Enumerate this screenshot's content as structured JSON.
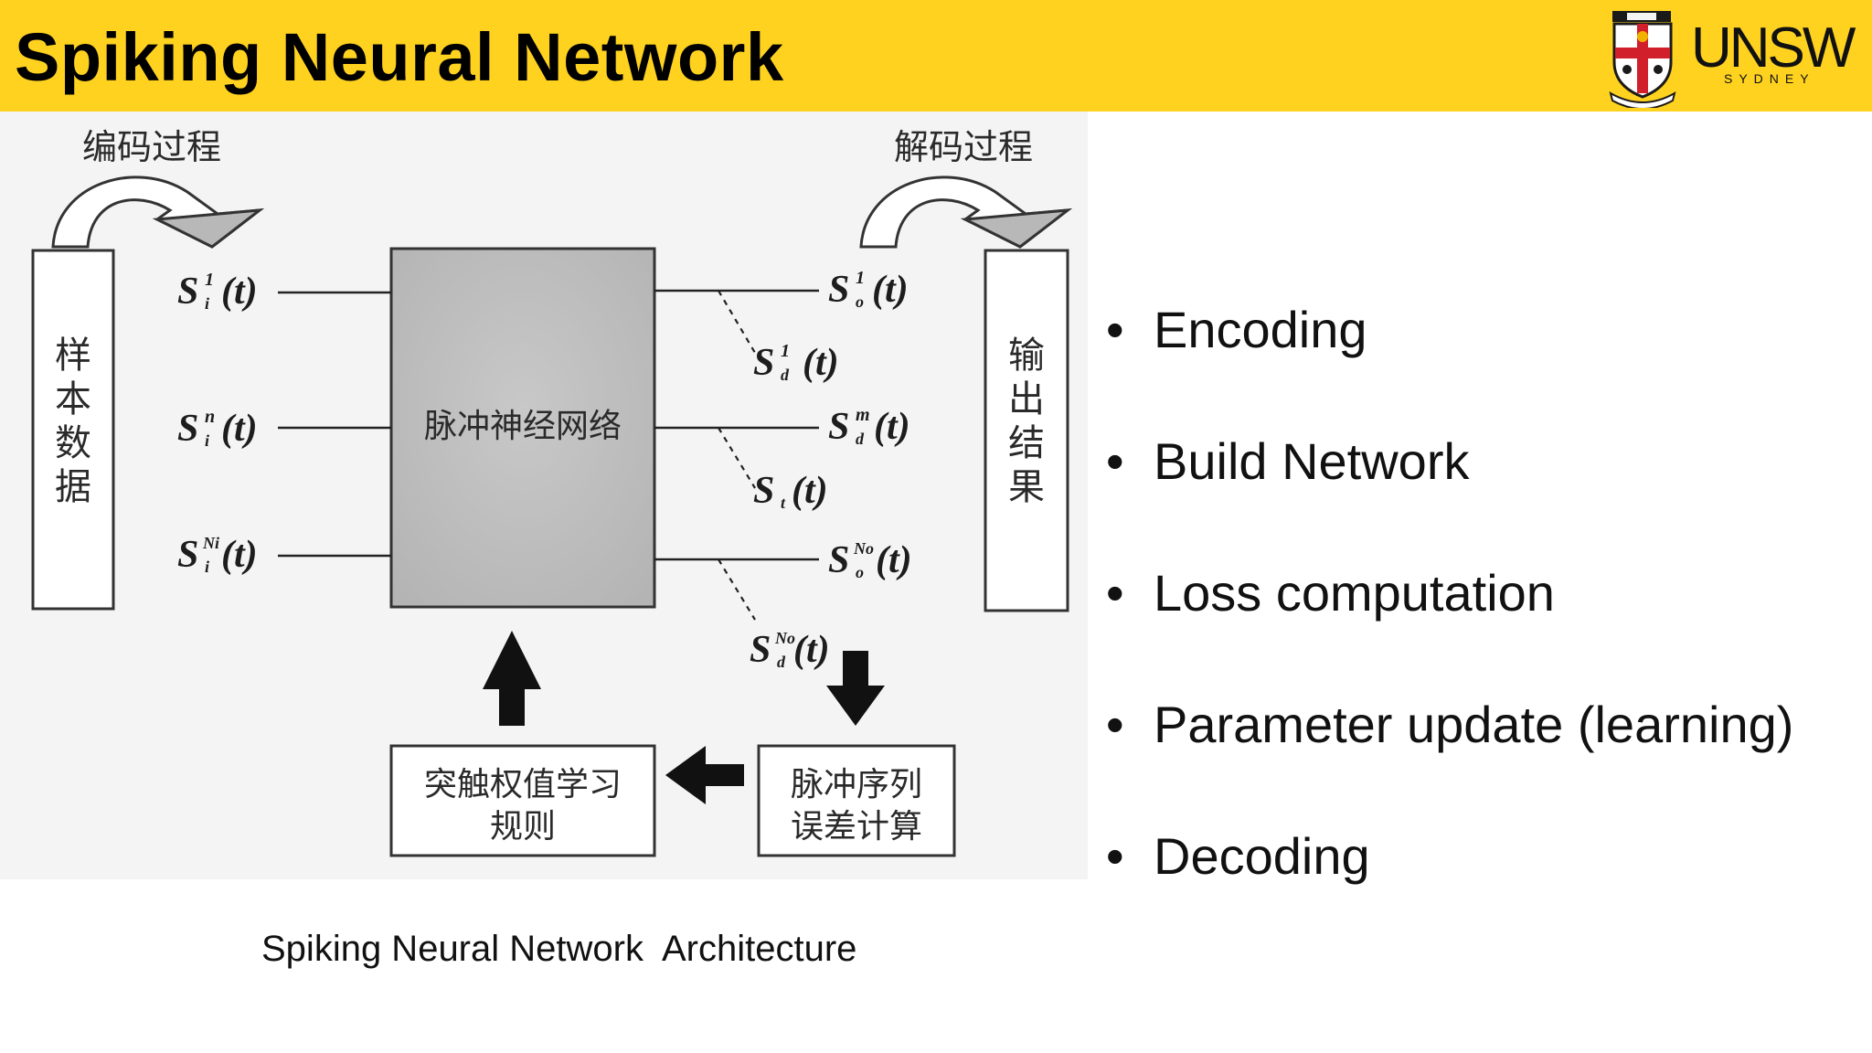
{
  "header": {
    "title": "Spiking Neural Network"
  },
  "logo": {
    "word": "UNSW",
    "sub": "SYDNEY"
  },
  "diagram": {
    "encoding_label": "编码过程",
    "decoding_label": "解码过程",
    "input_box_label": [
      "样",
      "本",
      "数",
      "据"
    ],
    "output_box_label": [
      "输",
      "出",
      "结",
      "果"
    ],
    "network_label": "脉冲神经网络",
    "learning_rule_label": [
      "突触权值学习",
      "规则"
    ],
    "error_calc_label": [
      "脉冲序列",
      "误差计算"
    ],
    "inputs": [
      {
        "base": "S",
        "sup": "1",
        "sub": "i",
        "arg": "(t)"
      },
      {
        "base": "S",
        "sup": "n",
        "sub": "i",
        "arg": "(t)"
      },
      {
        "base": "S",
        "sup": "Ni",
        "sub": "i",
        "arg": "(t)"
      }
    ],
    "outputs": [
      {
        "base": "S",
        "sup": "1",
        "sub": "o",
        "arg": "(t)"
      },
      {
        "base": "S",
        "sup": "m",
        "sub": "d",
        "arg": "(t)"
      },
      {
        "base": "S",
        "sup": "No",
        "sub": "o",
        "arg": "(t)"
      }
    ],
    "desired": [
      {
        "base": "S",
        "sup": "1",
        "sub": "d",
        "arg": "(t)"
      },
      {
        "base": "S",
        "sup": "",
        "sub": "t",
        "arg": "(t)"
      },
      {
        "base": "S",
        "sup": "No",
        "sub": "d",
        "arg": "(t)"
      }
    ]
  },
  "caption": "Spiking Neural Network  Architecture",
  "bullets": [
    {
      "dot": "•",
      "text": "Encoding"
    },
    {
      "dot": "•",
      "text": "Build Network"
    },
    {
      "dot": "•",
      "text": "Loss computation"
    },
    {
      "dot": "•",
      "text": "Parameter update (learning)"
    },
    {
      "dot": "•",
      "text": "Decoding"
    }
  ],
  "colors": {
    "header_bg": "#ffd21f",
    "network_fill": "#bdbdbd"
  }
}
